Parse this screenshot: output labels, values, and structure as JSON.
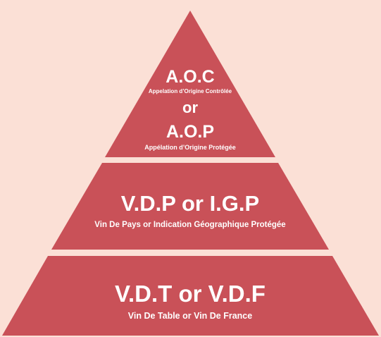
{
  "colors": {
    "background": "#fbe0d6",
    "tier_fill": "#c95158",
    "text": "#ffffff"
  },
  "tiers": [
    {
      "title_1": "A.O.C",
      "subtitle_1": "Appelation d’Origine Contrôlée",
      "connector": "or",
      "title_2": "A.O.P",
      "subtitle_2": "Appélation d’Origine Protégée"
    },
    {
      "title": "V.D.P or I.G.P",
      "subtitle": "Vin De Pays or Indication Géographique Protégée"
    },
    {
      "title": "V.D.T or V.D.F",
      "subtitle": "Vin De Table or Vin De France"
    }
  ]
}
